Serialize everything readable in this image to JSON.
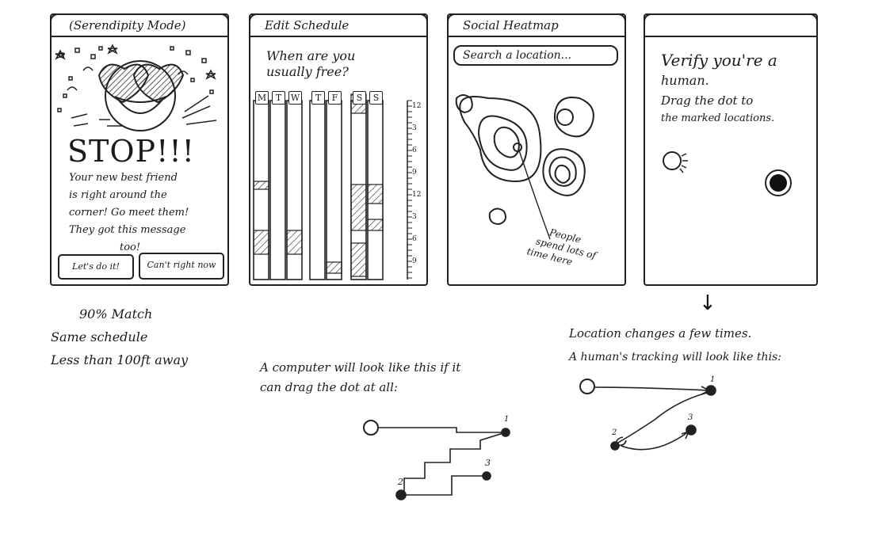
{
  "screens": {
    "serendipity": {
      "title": "(Serendipity Mode)",
      "stop": "STOP!!!",
      "message_lines": [
        "Your new best friend",
        "is right around the",
        "corner! Go meet them!",
        "They got this message",
        "too!"
      ],
      "accept_button": "Let's do it!",
      "decline_button": "Can't right now"
    },
    "schedule": {
      "title": "Edit Schedule",
      "prompt_lines": [
        "When are you",
        "usually free?"
      ],
      "days": [
        "M",
        "T",
        "W",
        "T",
        "F",
        "S",
        "S"
      ],
      "time_labels": [
        "12",
        "3",
        "6",
        "9",
        "12",
        "3",
        "6",
        "9"
      ]
    },
    "heatmap": {
      "title": "Social Heatmap",
      "search_placeholder": "Search a location...",
      "annotation_lines": [
        "People",
        "spend lots of",
        "time here"
      ]
    },
    "verify": {
      "title": "",
      "text_lines": [
        "Verify you're a",
        "human.",
        "Drag the dot to",
        "the marked locations."
      ]
    }
  },
  "notes": {
    "match_lines": [
      "90% Match",
      "Same schedule",
      "Less than 100ft away"
    ],
    "computer_lines": [
      "A computer will look like this if it",
      "can drag the dot at all:"
    ],
    "human_lines": [
      "Location changes a few times.",
      "A human's tracking will look like this:"
    ],
    "arrow": "↓",
    "point_labels": [
      "1",
      "2",
      "3"
    ]
  }
}
